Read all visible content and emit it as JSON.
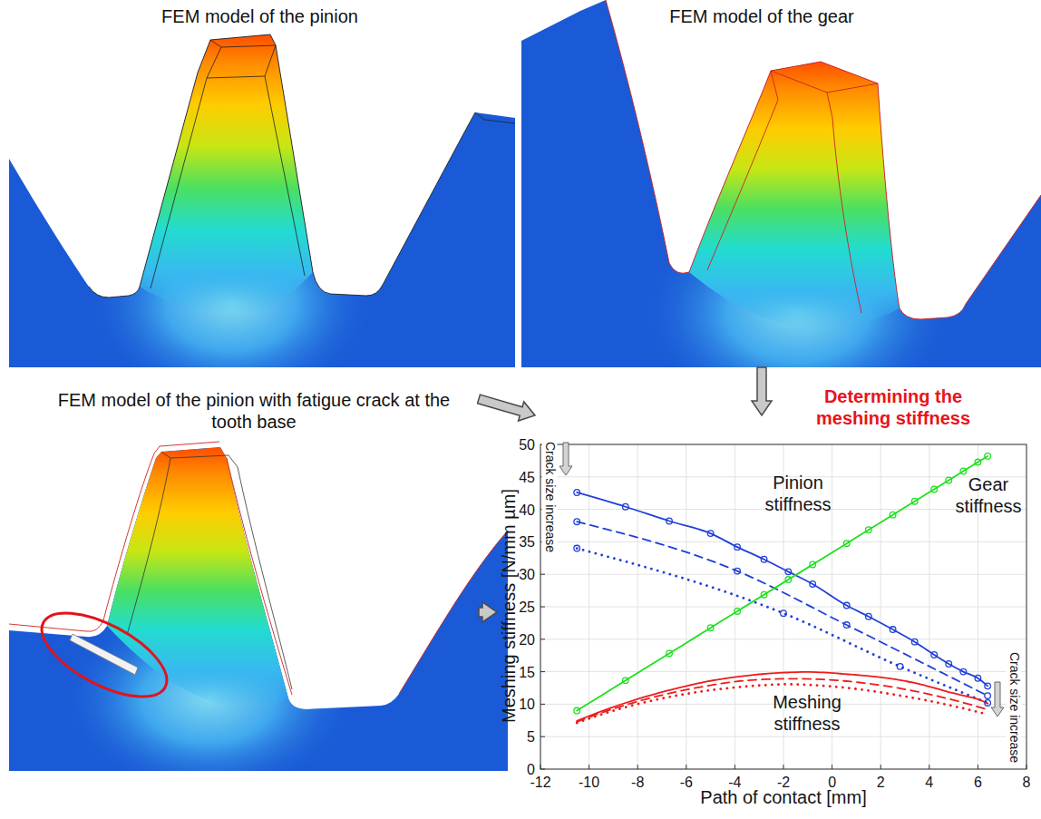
{
  "diagram": {
    "nodes": [
      {
        "text": [
          "FEM model of the pinion"
        ]
      },
      {
        "text": [
          "FEM model of the gear"
        ]
      },
      {
        "text": [
          "FEM model of the pinion with fatigue crack at the tooth base"
        ]
      },
      {
        "text": [
          "Determining the meshing stiffness"
        ]
      }
    ],
    "edges": [
      {
        "from": 1,
        "to": 3,
        "arrow": "to"
      },
      {
        "from": 2,
        "to": 3,
        "arrow": "to"
      },
      {
        "from": 2,
        "to": 3,
        "arrow": "to"
      }
    ],
    "labels": [
      "Pinion stiffness",
      "Gear stiffness",
      "Meshing stiffness",
      "Crack size increase",
      "Crack size increase",
      "Meshing stiffness [N/mm µm]",
      "Path of contact [mm]",
      "50",
      "45",
      "40",
      "35",
      "30",
      "25",
      "20",
      "15",
      "10",
      "5",
      "0",
      "-12",
      "-10",
      "-8",
      "-6",
      "-4",
      "-2",
      "0",
      "2",
      "4",
      "6",
      "8"
    ]
  }
}
